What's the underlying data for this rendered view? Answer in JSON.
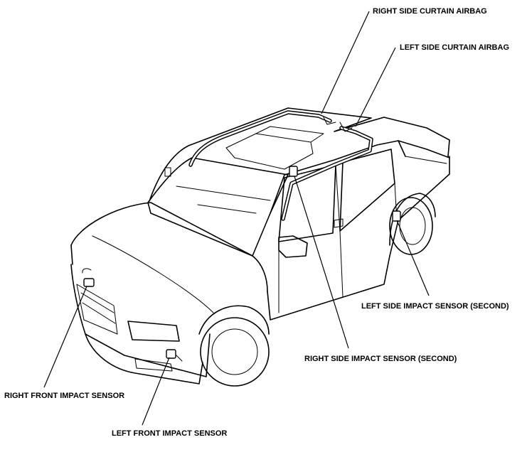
{
  "labels": {
    "right_curtain": "RIGHT SIDE CURTAIN AIRBAG",
    "left_curtain": "LEFT SIDE CURTAIN AIRBAG",
    "left_side_second": "LEFT SIDE IMPACT SENSOR (SECOND)",
    "right_side_second": "RIGHT SIDE IMPACT SENSOR (SECOND)",
    "right_front": "RIGHT FRONT IMPACT SENSOR",
    "left_front": "LEFT FRONT IMPACT SENSOR"
  }
}
